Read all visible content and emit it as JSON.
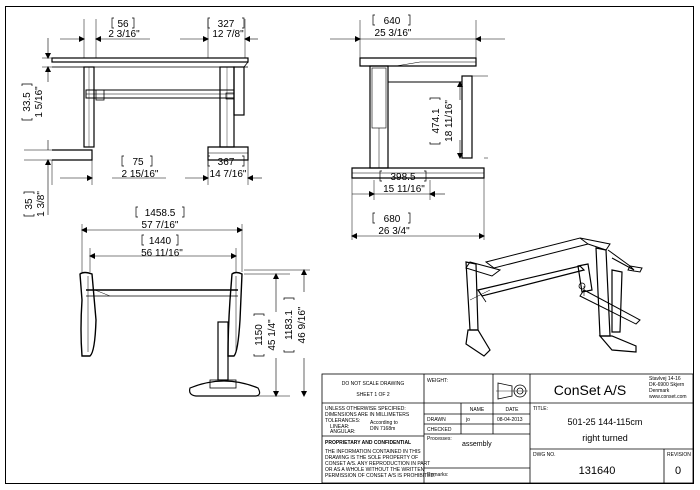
{
  "dimensions": {
    "top_left_mm": "56",
    "top_left_in": "2 3/16\"",
    "top_right_mm": "327",
    "top_right_in": "12 7/8\"",
    "left_height_mm": "33.5",
    "left_height_in": "1 5/16\"",
    "bottom_left_mm": "75",
    "bottom_left_in": "2 15/16\"",
    "bottom_right_mm": "367",
    "bottom_right_in": "14 7/16\"",
    "foot_mm": "35",
    "foot_in": "1 3/8\"",
    "side_top_mm": "640",
    "side_top_in": "25 3/16\"",
    "side_height_mm": "474.1",
    "side_height_in": "18 11/16\"",
    "side_mid_mm": "398.5",
    "side_mid_in": "15 11/16\"",
    "side_bottom_mm": "680",
    "side_bottom_in": "26 3/4\"",
    "front_outer_mm": "1458.5",
    "front_outer_in": "57 7/16\"",
    "front_inner_mm": "1440",
    "front_inner_in": "56 11/16\"",
    "front_min_mm": "1150",
    "front_min_in": "45 1/4\"",
    "front_max_mm": "1183.1",
    "front_max_in": "46 9/16\""
  },
  "title_block": {
    "do_not_scale": "DO NOT SCALE DRAWING",
    "sheet": "SHEET 1 OF 2",
    "weight_label": "WEIGHT:",
    "unless_line1": "UNLESS OTHERWISE SPECIFIED:",
    "unless_line2": "DIMENSIONS ARE IN MILLIMETERS",
    "tolerances": "TOLERANCES:",
    "linear": "LINEAR:",
    "angular": "ANGULAR:",
    "according_to": "According to",
    "din": "DIN 7168m",
    "proprietary_title": "PROPRIETARY AND CONFIDENTIAL",
    "proprietary_lines": [
      "THE INFORMATION CONTAINED IN THIS",
      "DRAWING IS THE SOLE PROPERTY OF",
      "CONSET A/S.  ANY REPRODUCTION IN PART",
      "OR AS A WHOLE WITHOUT THE WRITTEN",
      "PERMISSION OF CONSET A/S IS PROHIBITED."
    ],
    "col_name": "NAME",
    "col_date": "DATE",
    "drawn_label": "DRAWN",
    "drawn_name": "jo",
    "drawn_date": "08-04-2013",
    "checked_label": "CHECKED",
    "processes_label": "Processes:",
    "processes_value": "assembly",
    "remarks_label": "Remarks:",
    "company": "ConSet A/S",
    "address_lines": [
      "Stavlvej 14-16",
      "DK-6900 Skjern",
      "Denmark",
      "www.conset.com"
    ],
    "title_label": "TITLE:",
    "title_line1": "501-25 144-115cm",
    "title_line2": "right turned",
    "dwg_label": "DWG NO.",
    "dwg_no": "131640",
    "revision_label": "REVISION",
    "revision": "0"
  },
  "icons": [
    "third-angle-projection-icon"
  ]
}
